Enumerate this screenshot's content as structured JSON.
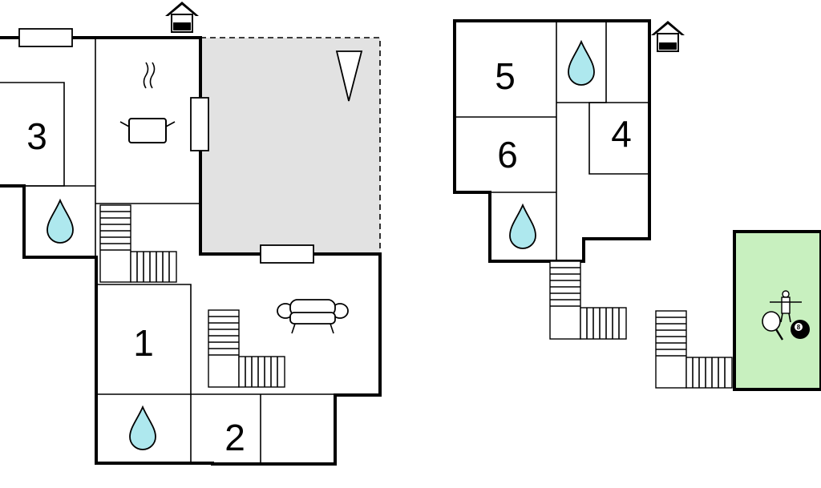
{
  "rooms": {
    "r1": "1",
    "r2": "2",
    "r3": "3",
    "r4": "4",
    "r5": "5",
    "r6": "6"
  },
  "icons": {
    "bathroom": "water-drop-icon",
    "kitchen": "cooking-pot-icon",
    "living": "sofa-icon",
    "entrance": "house-entrance-icon",
    "terrace": "terrace-sunshade-icon",
    "games": [
      "table-football-icon",
      "table-tennis-icon",
      "billiards-8-ball-icon"
    ]
  },
  "colors": {
    "terrace": "#e2e2e2",
    "games_room": "#c8f0bf",
    "water": "#aee8ee",
    "walls": "#000000"
  },
  "billiard_ball": "8"
}
